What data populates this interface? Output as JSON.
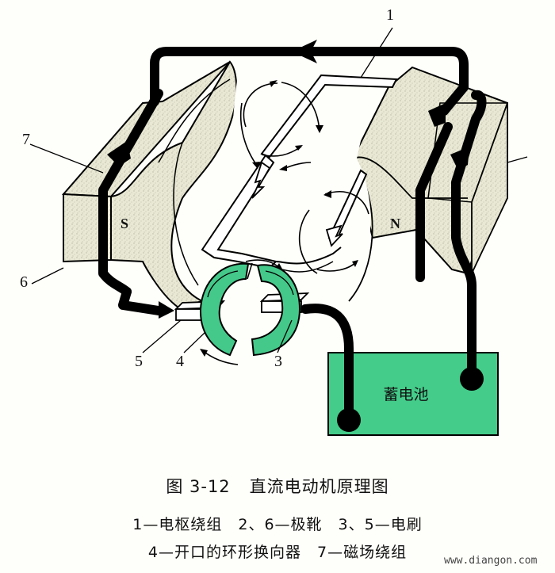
{
  "figure": {
    "number": "图 3-12",
    "title": "直流电动机原理图",
    "legend_lines": [
      "1—电枢绕组　2、6—极靴　3、5—电刷",
      "4—开口的环形换向器　7—磁场绕组"
    ],
    "legend_items": [
      {
        "id": "1",
        "label": "电枢绕组"
      },
      {
        "id": "2、6",
        "label": "极靴"
      },
      {
        "id": "3、5",
        "label": "电刷"
      },
      {
        "id": "4",
        "label": "开口的环形换向器"
      },
      {
        "id": "7",
        "label": "磁场绕组"
      }
    ]
  },
  "diagram": {
    "callouts": {
      "c1": "1",
      "c3": "3",
      "c4": "4",
      "c5": "5",
      "c6": "6",
      "c7": "7"
    },
    "poles": {
      "south": "S",
      "north": "N"
    },
    "battery_label": "蓄电池",
    "colors": {
      "magnet": "#e6e6d2",
      "commutator": "#44c98a",
      "battery": "#44cc8a",
      "wire": "#000000",
      "background": "#fefefa"
    }
  },
  "watermark": "www.diangon.com"
}
